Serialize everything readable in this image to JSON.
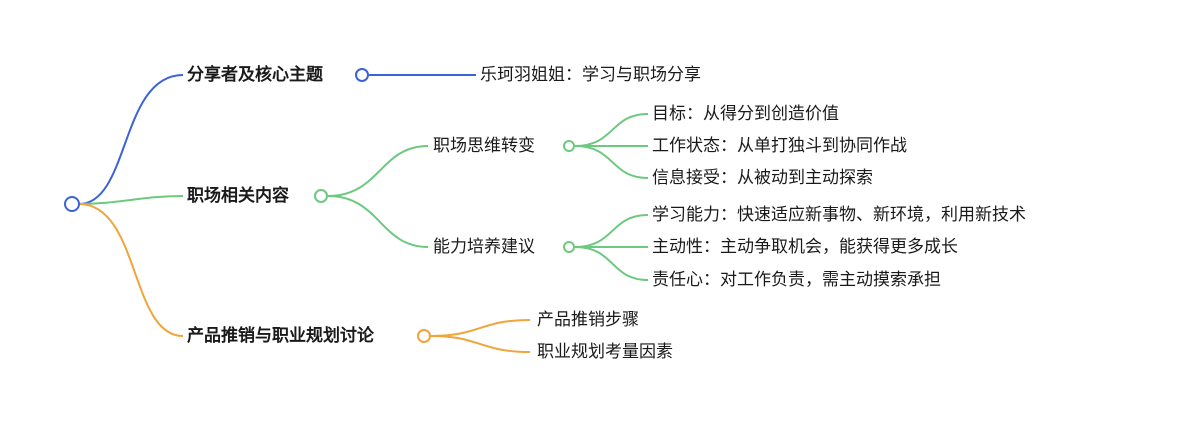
{
  "colors": {
    "blue": "#3b63d6",
    "green": "#6cc97f",
    "orange": "#f0a53c"
  },
  "branches": [
    {
      "label": "分享者及核心主题",
      "children": [
        {
          "label": "乐珂羽姐姐：学习与职场分享"
        }
      ]
    },
    {
      "label": "职场相关内容",
      "children": [
        {
          "label": "职场思维转变",
          "children": [
            {
              "label": "目标：从得分到创造价值"
            },
            {
              "label": "工作状态：从单打独斗到协同作战"
            },
            {
              "label": "信息接受：从被动到主动探索"
            }
          ]
        },
        {
          "label": "能力培养建议",
          "children": [
            {
              "label": "学习能力：快速适应新事物、新环境，利用新技术"
            },
            {
              "label": "主动性：主动争取机会，能获得更多成长"
            },
            {
              "label": "责任心：对工作负责，需主动摸索承担"
            }
          ]
        }
      ]
    },
    {
      "label": "产品推销与职业规划讨论",
      "children": [
        {
          "label": "产品推销步骤"
        },
        {
          "label": "职业规划考量因素"
        }
      ]
    }
  ]
}
